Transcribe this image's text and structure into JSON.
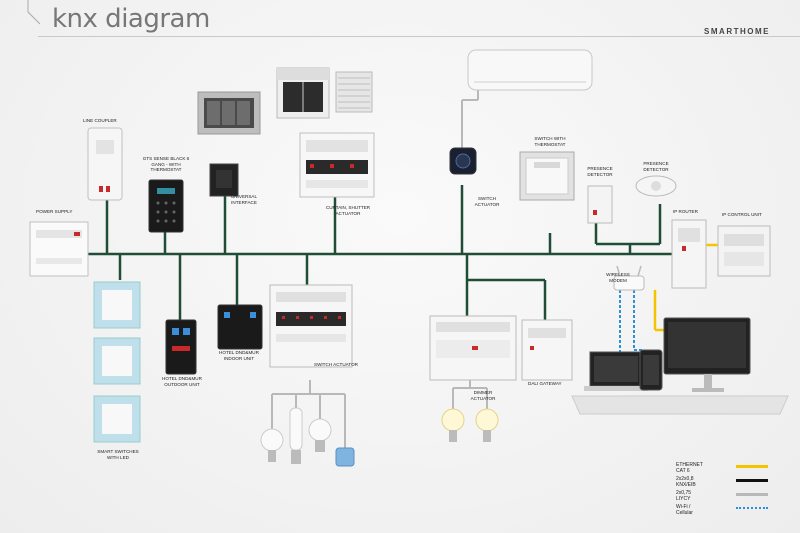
{
  "header": {
    "title": "knx diagram",
    "brand": "SMARTHOME"
  },
  "devices": {
    "line_coupler": "LINE COUPLER",
    "power_supply": "POWER SUPPLY",
    "gts_sense": "GTS SENSE BLACK 6 GANG - WITH THERMOSTAT",
    "universal_interface": "UNIVERSAL INTERFACE",
    "curtain_shutter_actuator": "CURTAIN, SHUTTER ACTUATOR",
    "switch_actuator_top": "SWITCH ACTUATOR",
    "switch_with_thermostat": "SWITCH WITH THERMOSTAT",
    "presence_detector_1": "PRESENCE DETECTOR",
    "presence_detector_2": "PRESENCE DETECTOR",
    "ip_router": "IP ROUTER",
    "ip_control_unit": "IP CONTROL UNIT",
    "wireless_modem": "WIRELESS MODEM",
    "smart_switches": "SMART SWITCHES WITH LED",
    "hotel_outdoor": "HOTEL DND&MUR OUTDOOR UNIT",
    "hotel_indoor": "HOTEL DND&MUR INDOOR UNIT",
    "switch_actuator_bottom": "SWITCH ACTUATOR",
    "dimmer_actuator": "DIMMER ACTUATOR",
    "dali_gateway": "DALI GATEWAY"
  },
  "legend": [
    {
      "label": "ETHERNET CAT 6",
      "color": "#f5c400",
      "style": "solid"
    },
    {
      "label": "2x2x0,8 KNX/EIB",
      "color": "#111111",
      "style": "solid"
    },
    {
      "label": "2x0,75 LIYCY",
      "color": "#b8b8b8",
      "style": "solid"
    },
    {
      "label": "Wi-Fi / Cellular",
      "color": "#2a90d8",
      "style": "dotted"
    }
  ],
  "colors": {
    "bus": "#1f4d36",
    "ethernet": "#f5c400",
    "wifi": "#2a90d8",
    "power": "#b8b8b8"
  }
}
